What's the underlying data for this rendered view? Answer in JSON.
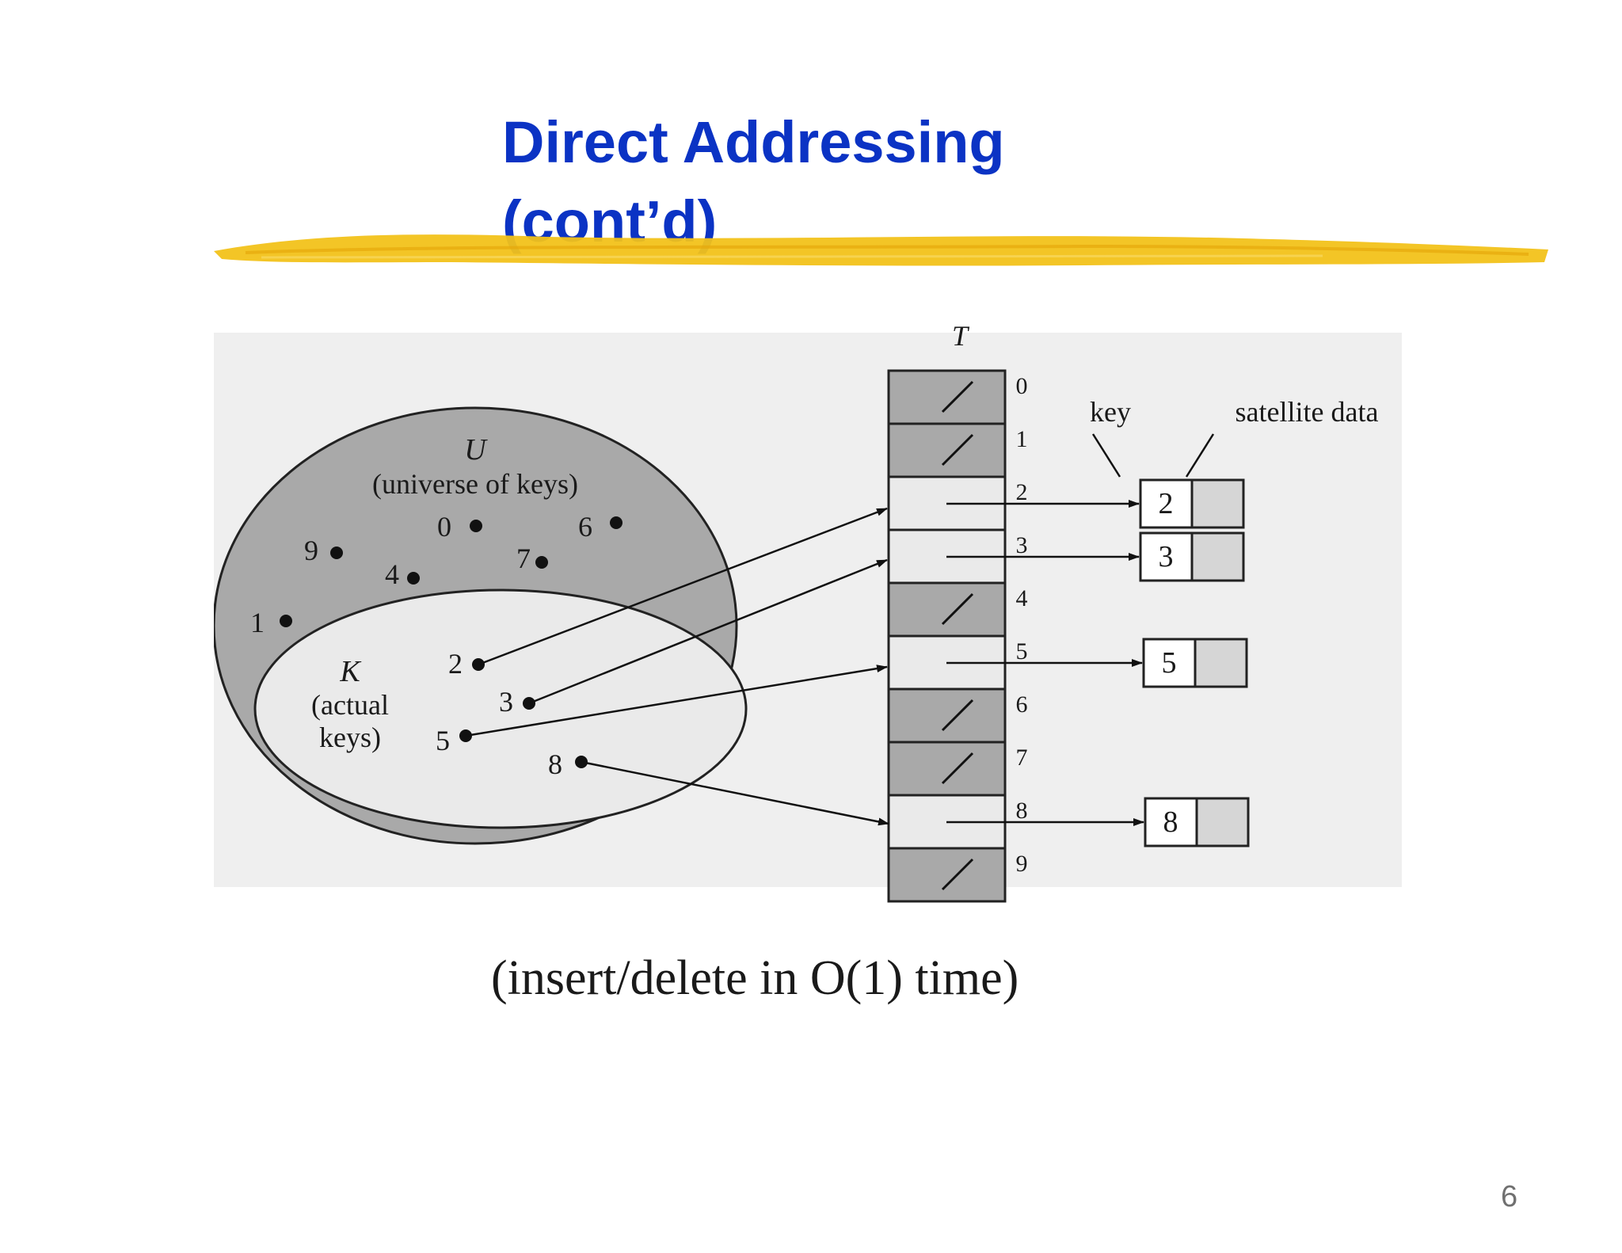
{
  "slide": {
    "title_line1": "Direct Addressing",
    "title_line2": "(cont’d)",
    "caption": "(insert/delete in O(1) time)",
    "page_number": "6",
    "title_color": "#0b33c4",
    "underline_color": "#f2c21a"
  },
  "diagram": {
    "table_label": "T",
    "key_header": "key",
    "satellite_header": "satellite data",
    "universe_symbol": "U",
    "universe_caption": "(universe of keys)",
    "actual_symbol": "K",
    "actual_caption_line1": "(actual",
    "actual_caption_line2": "keys)",
    "universe_keys": [
      "0",
      "6",
      "9",
      "4",
      "7",
      "1"
    ],
    "actual_keys": [
      "2",
      "3",
      "5",
      "8"
    ],
    "slots": [
      "0",
      "1",
      "2",
      "3",
      "4",
      "5",
      "6",
      "7",
      "8",
      "9"
    ],
    "occupied_slots": [
      "2",
      "3",
      "5",
      "8"
    ],
    "elements": [
      "2",
      "3",
      "5",
      "8"
    ]
  }
}
